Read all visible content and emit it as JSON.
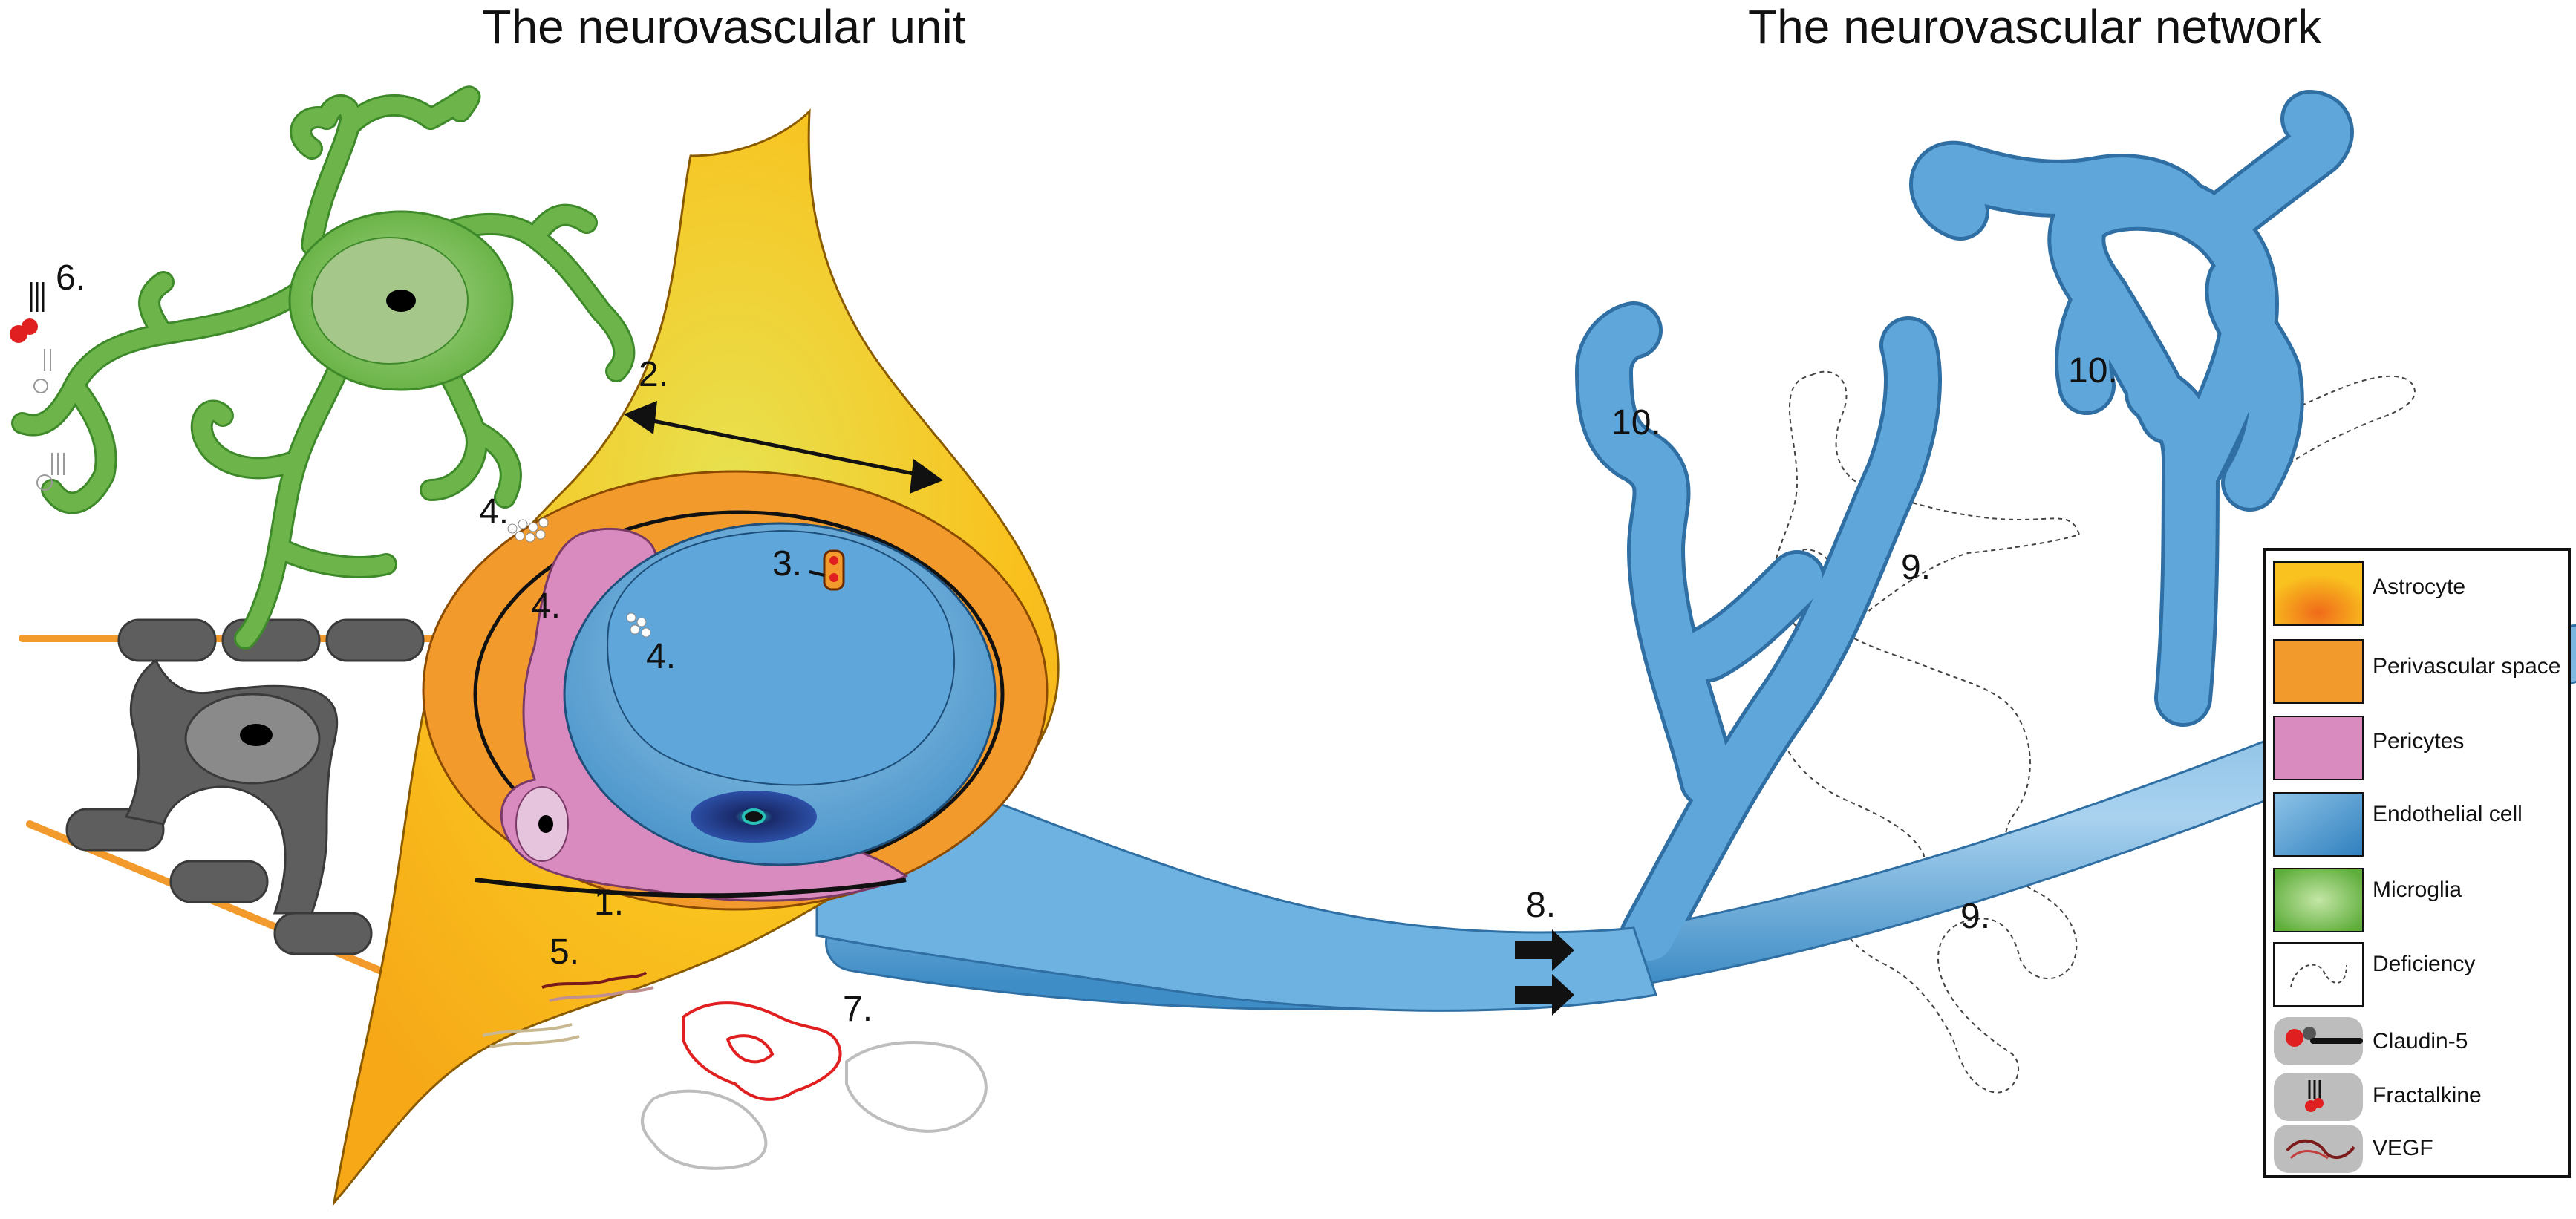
{
  "titles": {
    "left": "The neurovascular unit",
    "right": "The neurovascular network"
  },
  "markers": {
    "m1": "1.",
    "m2": "2.",
    "m3": "3.",
    "m4a": "4.",
    "m4b": "4.",
    "m4c": "4.",
    "m5": "5.",
    "m6": "6.",
    "m7": "7.",
    "m8": "8.",
    "m9a": "9.",
    "m9b": "9.",
    "m10a": "10.",
    "m10b": "10."
  },
  "legend": {
    "items": [
      {
        "label": "Astrocyte"
      },
      {
        "label": "Perivascular space"
      },
      {
        "label": "Pericytes"
      },
      {
        "label": "Endothelial cell"
      },
      {
        "label": "Microglia"
      },
      {
        "label": "Deficiency"
      },
      {
        "label": "Claudin-5"
      },
      {
        "label": "Fractalkine"
      },
      {
        "label": "VEGF"
      }
    ]
  },
  "colors": {
    "astrocyte": "#F9B918",
    "perivascular": "#F39A2C",
    "pericyte": "#D98BC0",
    "endothelial": "#4A9ACF",
    "microglia": "#6DB54A",
    "oligodendrocyte": "#5E5E5E",
    "vegf": "#E02020"
  }
}
